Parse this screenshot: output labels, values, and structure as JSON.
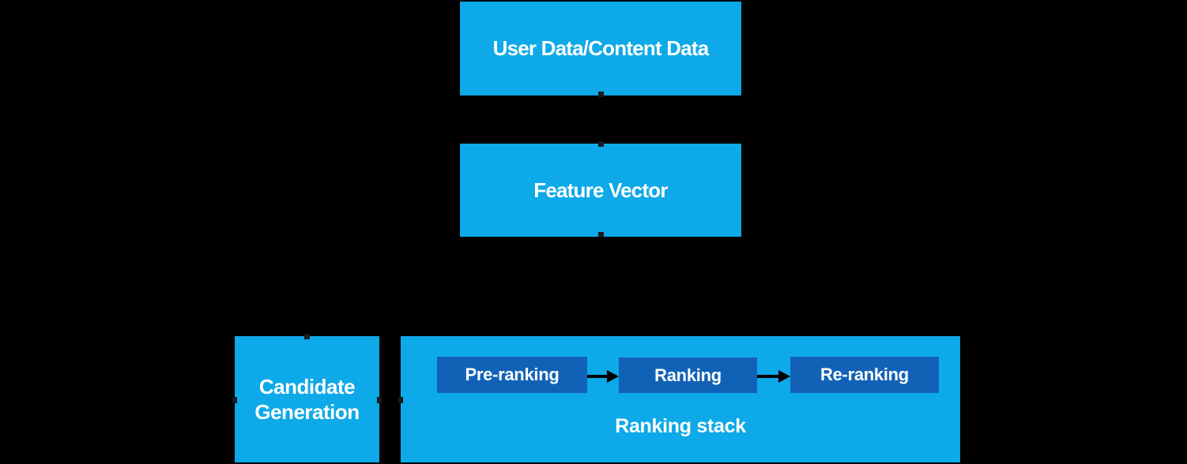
{
  "colors": {
    "background": "#000000",
    "box_light_blue": "#0da9e8",
    "box_dark_blue": "#1162b7",
    "text_white": "#ffffff",
    "arrow_black": "#000000",
    "stub_dark": "#1a1a1a"
  },
  "diagram": {
    "nodes": {
      "user_data": {
        "label": "User Data/Content Data"
      },
      "feature_vector": {
        "label": "Feature Vector"
      },
      "candidate_generation": {
        "label": "Candidate Generation"
      },
      "ranking_stack": {
        "label": "Ranking stack",
        "stages": [
          {
            "label": "Pre-ranking"
          },
          {
            "label": "Ranking"
          },
          {
            "label": "Re-ranking"
          }
        ]
      }
    },
    "edges": [
      {
        "from": "Pre-ranking",
        "to": "Ranking"
      },
      {
        "from": "Ranking",
        "to": "Re-ranking"
      }
    ]
  }
}
